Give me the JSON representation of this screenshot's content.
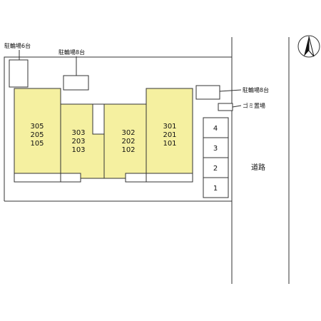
{
  "labels": {
    "bike_parking_left": "駐輪場6台",
    "bike_parking_mid": "駐輪場8台",
    "bike_parking_right": "駐輪場8台",
    "garbage": "ゴミ置場",
    "road": "道路"
  },
  "units": [
    {
      "top": "305",
      "mid": "205",
      "bot": "105"
    },
    {
      "top": "303",
      "mid": "203",
      "bot": "103"
    },
    {
      "top": "302",
      "mid": "202",
      "bot": "102"
    },
    {
      "top": "301",
      "mid": "201",
      "bot": "101"
    }
  ],
  "parking": [
    "4",
    "3",
    "2",
    "1"
  ],
  "colors": {
    "building_fill": "#f5f0a0",
    "stroke": "#333333"
  }
}
